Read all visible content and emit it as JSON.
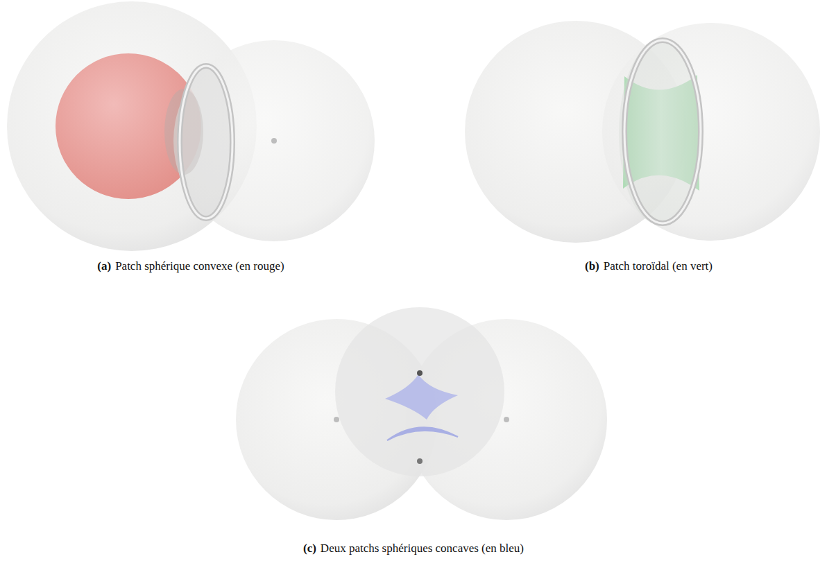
{
  "diagram": {
    "labels": [
      "(a)",
      "Patch sphérique convexe (en rouge)",
      "(b)",
      "Patch toroïdal (en vert)",
      "(c)",
      "Deux patchs sphériques concaves (en bleu)"
    ]
  }
}
